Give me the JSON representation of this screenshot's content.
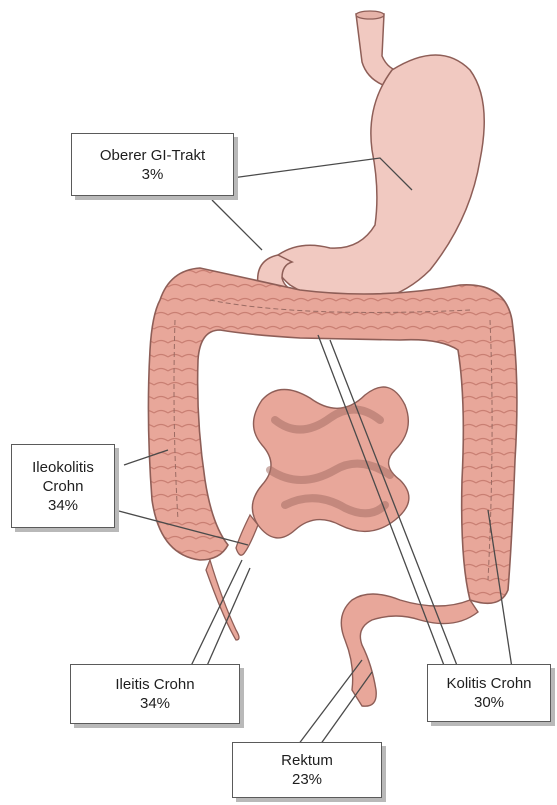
{
  "labels": {
    "upper_gi": {
      "name": "Oberer GI-Trakt",
      "pct": "3%"
    },
    "ileocolitis": {
      "line1": "Ileokolitis",
      "line2": "Crohn",
      "pct": "34%"
    },
    "ileitis": {
      "name": "Ileitis Crohn",
      "pct": "34%"
    },
    "rektum": {
      "name": "Rektum",
      "pct": "23%"
    },
    "colitis": {
      "name": "Kolitis Crohn",
      "pct": "30%"
    }
  },
  "colors": {
    "organ_fill": "#e8a79a",
    "organ_stroke": "#8e5e57",
    "stomach_fill": "#f1c9c1",
    "leader_line": "#4a4a4a",
    "box_border": "#5a5a5a"
  }
}
